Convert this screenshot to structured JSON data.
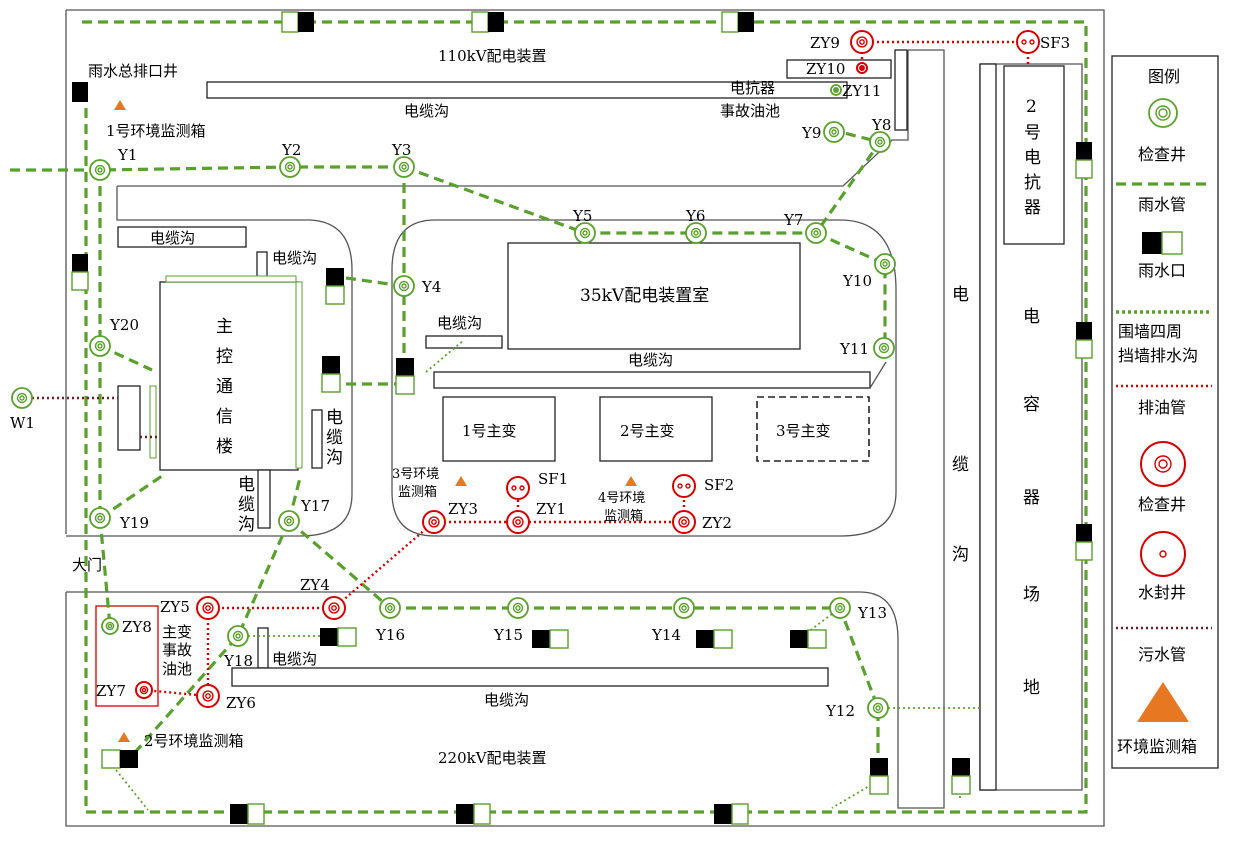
{
  "areas": {
    "yard_110kv": "110kV配电装置",
    "yard_220kv": "220kV配电装置",
    "room_35kv": "35kV配电装置室",
    "main_building": "主控通信楼",
    "transformer_1": "1号主变",
    "transformer_2": "2号主变",
    "transformer_3": "3号主变",
    "reactor": "2号电抗器",
    "capacitor_field": "电容器场地",
    "reactor_oil_pool": [
      "电抗器",
      "事故油池"
    ],
    "main_oil_pool": [
      "主变",
      "事故",
      "油池"
    ],
    "gate": "大门",
    "rain_outlet": "雨水总排口井",
    "cable_trench": "电缆沟",
    "cable_trench_vertical": "电缆沟"
  },
  "monitors": {
    "m1": "1号环境监测箱",
    "m2": "2号环境监测箱",
    "m3": [
      "3号环境",
      "监测箱"
    ],
    "m4": [
      "4号环境",
      "监测箱"
    ]
  },
  "rain_wells": [
    "Y1",
    "Y2",
    "Y3",
    "Y4",
    "Y5",
    "Y6",
    "Y7",
    "Y8",
    "Y9",
    "Y10",
    "Y11",
    "Y12",
    "Y13",
    "Y14",
    "Y15",
    "Y16",
    "Y17",
    "Y18",
    "Y19",
    "Y20",
    "W1"
  ],
  "oil_wells": [
    "ZY1",
    "ZY2",
    "ZY3",
    "ZY4",
    "ZY5",
    "ZY6",
    "ZY7",
    "ZY8",
    "ZY9",
    "ZY10",
    "ZY11"
  ],
  "seal_wells": [
    "SF1",
    "SF2",
    "SF3"
  ],
  "legend": {
    "title": "图例",
    "items": [
      "检查井",
      "雨水管",
      "雨水口",
      [
        "围墙四周",
        "挡墙排水沟"
      ],
      "排油管",
      "检查井",
      "水封井",
      "污水管",
      "环境监测箱"
    ]
  },
  "colors": {
    "rain_pipe": "#5aa02c",
    "oil_pipe": "#d40000",
    "sewage_pipe": "#6e1e1e",
    "monitor": "#e87722"
  }
}
